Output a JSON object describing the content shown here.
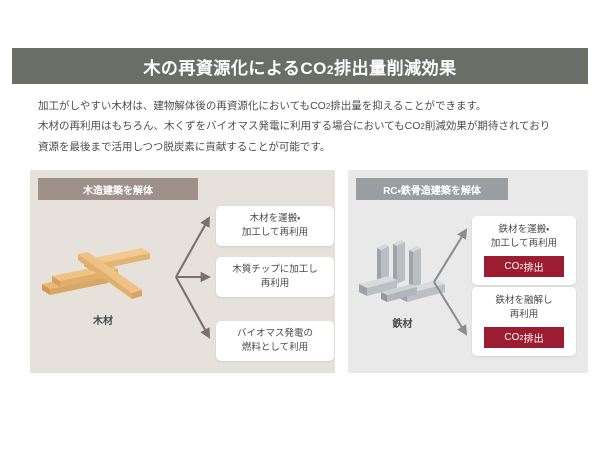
{
  "title": {
    "pre": "木の再資源化による",
    "co2": "CO",
    "co2_sub": "2",
    "post": "排出量削減効果",
    "full": "木の再資源化によるCO2排出量削減効果",
    "bar_color": "#6b6e66"
  },
  "lead": {
    "line1_a": "加工がしやすい木材は、建物解体後の再資源化においても",
    "line1_co2": "CO",
    "line1_sub": "2",
    "line1_b": "排出量を抑えることができます。",
    "line2_a": "木材の再利用はもちろん、木くずをバイオマス発電に利用する場合においても",
    "line2_co2": "CO",
    "line2_sub": "2",
    "line2_b": "削減効果が期待されており",
    "line3": "資源を最後まで活用しつつ脱炭素に貢献することが可能です。"
  },
  "panels": [
    {
      "id": "wood",
      "header": "木造建築を解体",
      "header_color": "#9d9189",
      "background": "#e6e2db",
      "source_label": "木材",
      "source_icon": "wood-planks-icon",
      "outcomes": [
        {
          "text": "木材を運搬・\n加工して再利用",
          "co2": null
        },
        {
          "text": "木質チップに加工し\n再利用",
          "co2": null
        },
        {
          "text": "バイオマス発電の\n燃料として利用",
          "co2": null
        }
      ]
    },
    {
      "id": "steel",
      "header": "RC・鉄骨造建築を解体",
      "header_color": "#9a9da2",
      "background": "#e9e9e9",
      "source_label": "鉄材",
      "source_icon": "steel-beams-icon",
      "outcomes": [
        {
          "text": "鉄材を運搬・\n加工して再利用",
          "co2": "CO2排出"
        },
        {
          "text": "鉄材を融解し\n再利用",
          "co2": "CO2排出"
        }
      ]
    }
  ],
  "badge": {
    "co2": "CO",
    "co2_sub": "2",
    "suffix": "排出",
    "color": "#9c1c31"
  },
  "colors": {
    "page_background": "#ffffff",
    "arrow": "#7b7168",
    "arrow_steel": "#8d8d8d",
    "text": "#4a4a4a"
  }
}
